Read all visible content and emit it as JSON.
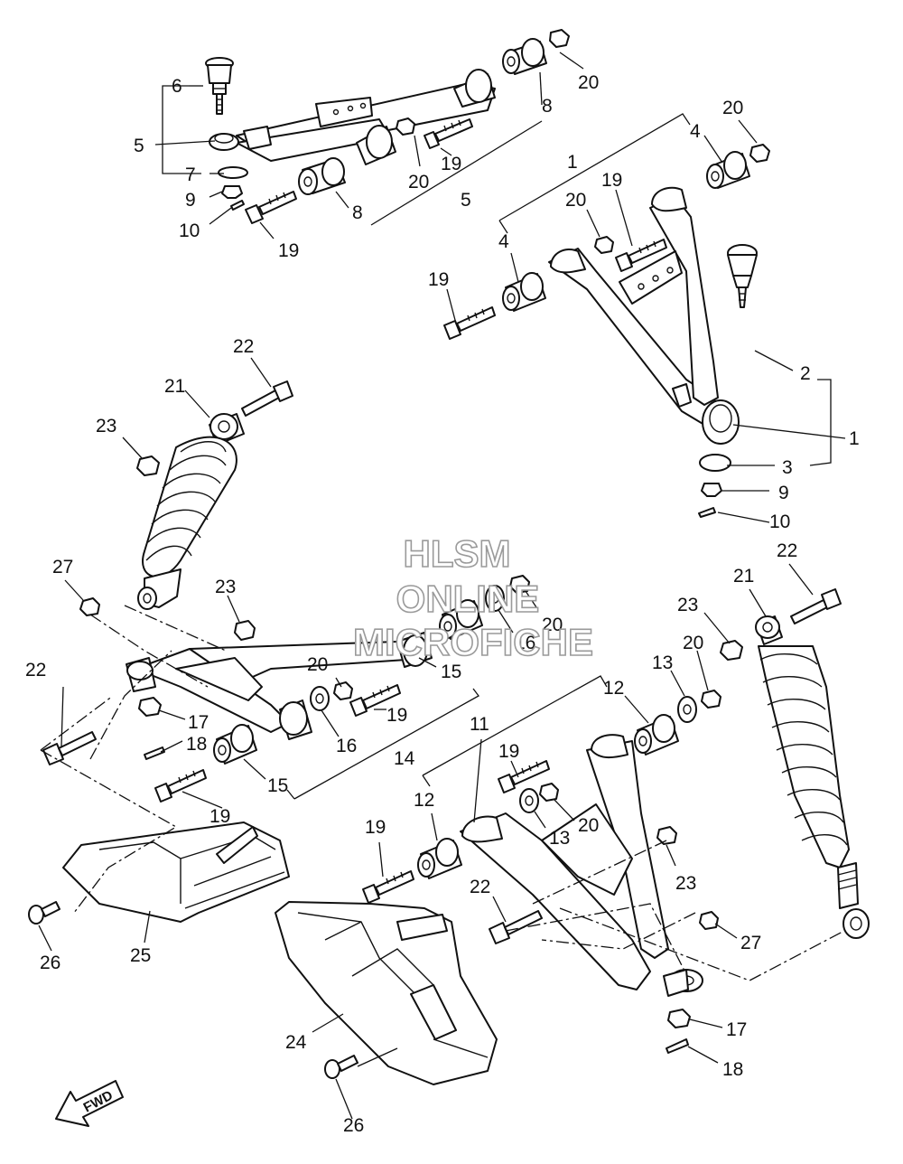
{
  "watermark": {
    "line1": "HLSM",
    "line2": "ONLINE",
    "line3": "MICROFICHE"
  },
  "fwd_label": "FWD",
  "callouts": {
    "c6": "6",
    "c5a": "5",
    "c7": "7",
    "c9a": "9",
    "c10a": "10",
    "c19a": "19",
    "c8a": "8",
    "c20a": "20",
    "c19b": "19",
    "c5b": "5",
    "c8b": "8",
    "c20b": "20",
    "c1a": "1",
    "c4a": "4",
    "c20c": "20",
    "c19c": "19",
    "c20d": "20",
    "c4b": "4",
    "c19d": "19",
    "c2": "2",
    "c1b": "1",
    "c3": "3",
    "c9b": "9",
    "c10b": "10",
    "c22a": "22",
    "c21a": "21",
    "c23a": "23",
    "c27a": "27",
    "c23b": "23",
    "c20e": "20",
    "c16a": "16",
    "c15a": "15",
    "c20f": "20",
    "c19e": "19",
    "c16b": "16",
    "c22b": "22",
    "c17a": "17",
    "c18a": "18",
    "c15b": "15",
    "c14": "14",
    "c19f": "19",
    "c22c": "22",
    "c21b": "21",
    "c23c": "23",
    "c20g": "20",
    "c13a": "13",
    "c12a": "12",
    "c11": "11",
    "c19g": "19",
    "c13b": "13",
    "c20h": "20",
    "c12b": "12",
    "c19h": "19",
    "c23d": "23",
    "c22d": "22",
    "c27b": "27",
    "c26a": "26",
    "c25": "25",
    "c24": "24",
    "c17b": "17",
    "c18b": "18",
    "c26b": "26"
  }
}
